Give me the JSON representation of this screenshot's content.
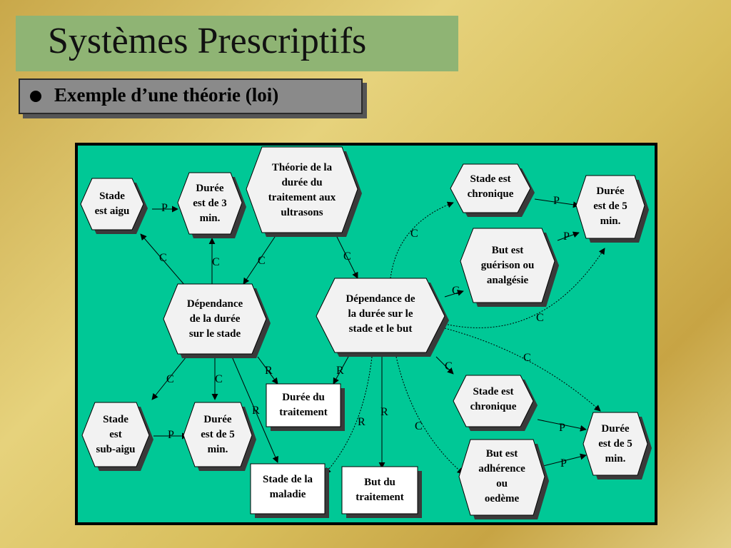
{
  "slide": {
    "title": "Systèmes Prescriptifs",
    "bullet": "Exemple d’une théorie (loi)"
  },
  "diagram": {
    "nodes": {
      "theorie": "Théorie de la\ndurée du\ntraitement aux\nultrasons",
      "stade_aigu": "Stade\nest aigu",
      "duree_3": "Durée\nest de 3\nmin.",
      "dep_stade": "Dépendance\nde la durée\nsur le stade",
      "dep_stade_but": "Dépendance de\nla durée sur le\nstade et le but",
      "stade_chronique_1": "Stade est\nchronique",
      "duree_5_a": "Durée\nest de 5\nmin.",
      "but_guerison": "But est\nguérison ou\nanalgésie",
      "stade_subaigu": "Stade\nest\nsub-aigu",
      "duree_5_b": "Durée\nest de 5\nmin.",
      "duree_traitement": "Durée du\ntraitement",
      "stade_maladie": "Stade de la\nmaladie",
      "but_traitement": "But du\ntraitement",
      "stade_chronique_2": "Stade est\nchronique",
      "but_adherence": "But est\nadhérence\nou\noedème",
      "duree_5_c": "Durée\nest de 5\nmin."
    },
    "edge_labels": {
      "p_aigu": "P",
      "c_dep_aigu": "C",
      "c_dep_3": "C",
      "c_theorie_dep": "C",
      "c_theorie_dep2": "C",
      "c_dep2_chronique": "C",
      "p_chronique_5a": "P",
      "p_guerison_5a": "P",
      "c_dep2_guerison": "C",
      "c_dep2_5a": "C",
      "c_dep_subaigu": "C",
      "c_dep_5b": "C",
      "p_subaigu_5b": "P",
      "r_dep_duree": "R",
      "r_dep2_duree": "R",
      "r_dep_maladie": "R",
      "r_dep2_maladie": "R",
      "r_dep2_but": "R",
      "c_dep2_chronique2": "C",
      "c_dep2_5c": "C",
      "c_dep2_adherence": "C",
      "p_chronique2_5c": "P",
      "p_adherence_5c": "P"
    },
    "colors": {
      "panel": "#00c896",
      "node_fill": "#f2f2f2",
      "rect_fill": "#ffffff",
      "shadow": "#3a3a3a"
    }
  }
}
